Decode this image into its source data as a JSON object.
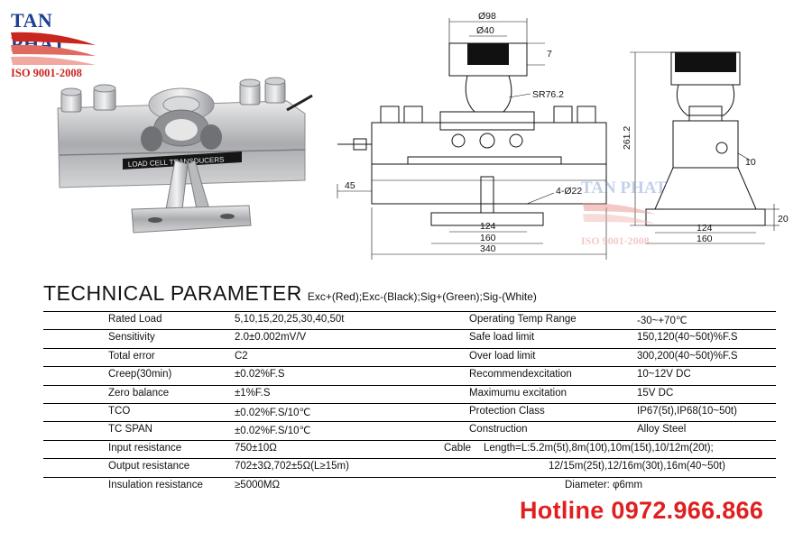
{
  "logo": {
    "brand": "TAN PHAT",
    "iso": "ISO 9001-2008"
  },
  "photo": {
    "label": "LOAD CELL TRANSDUCERS"
  },
  "dimensions": {
    "d98": "Ø98",
    "d40": "Ø40",
    "d7": "7",
    "sr": "SR76.2",
    "d45": "45",
    "holes": "4-Ø22",
    "d124": "124",
    "d160": "160",
    "d340": "340",
    "h261": "261.2",
    "d10": "10",
    "d20": "20",
    "s124": "124",
    "s160": "160"
  },
  "params": {
    "title": "TECHNICAL PARAMETER",
    "wiring": "Exc+(Red);Exc-(Black);Sig+(Green);Sig-(White)",
    "rows": [
      [
        "Rated Load",
        "5,10,15,20,25,30,40,50t",
        "Operating Temp Range",
        "-30~+70℃"
      ],
      [
        "Sensitivity",
        "2.0±0.002mV/V",
        "Safe load limit",
        "150,120(40~50t)%F.S"
      ],
      [
        "Total error",
        "C2",
        "Over load limit",
        "300,200(40~50t)%F.S"
      ],
      [
        "Creep(30min)",
        "±0.02%F.S",
        "Recommendexcitation",
        "10~12V DC"
      ],
      [
        "Zero balance",
        "±1%F.S",
        "Maximumu excitation",
        "15V DC"
      ],
      [
        "TCO",
        "±0.02%F.S/10℃",
        "Protection Class",
        "IP67(5t),IP68(10~50t)"
      ],
      [
        "TC SPAN",
        "±0.02%F.S/10℃",
        "Construction",
        "Alloy Steel"
      ]
    ],
    "input_label": "Input resistance",
    "input_value": "750±10Ω",
    "cable_label": "Cable",
    "cable_value1": "Length=L:5.2m(5t),8m(10t),10m(15t),10/12m(20t);",
    "output_label": "Output resistance",
    "output_value": "702±3Ω,702±5Ω(L≥15m)",
    "cable_value2": "12/15m(25t),12/16m(30t),16m(40~50t)",
    "insulation_label": "Insulation resistance",
    "insulation_value": "≥5000MΩ",
    "diameter": "Diameter: φ6mm"
  },
  "hotline": "Hotline 0972.966.866",
  "colors": {
    "brand_blue": "#1d3f94",
    "iso_red": "#c8261f",
    "hotline_red": "#e02020"
  }
}
